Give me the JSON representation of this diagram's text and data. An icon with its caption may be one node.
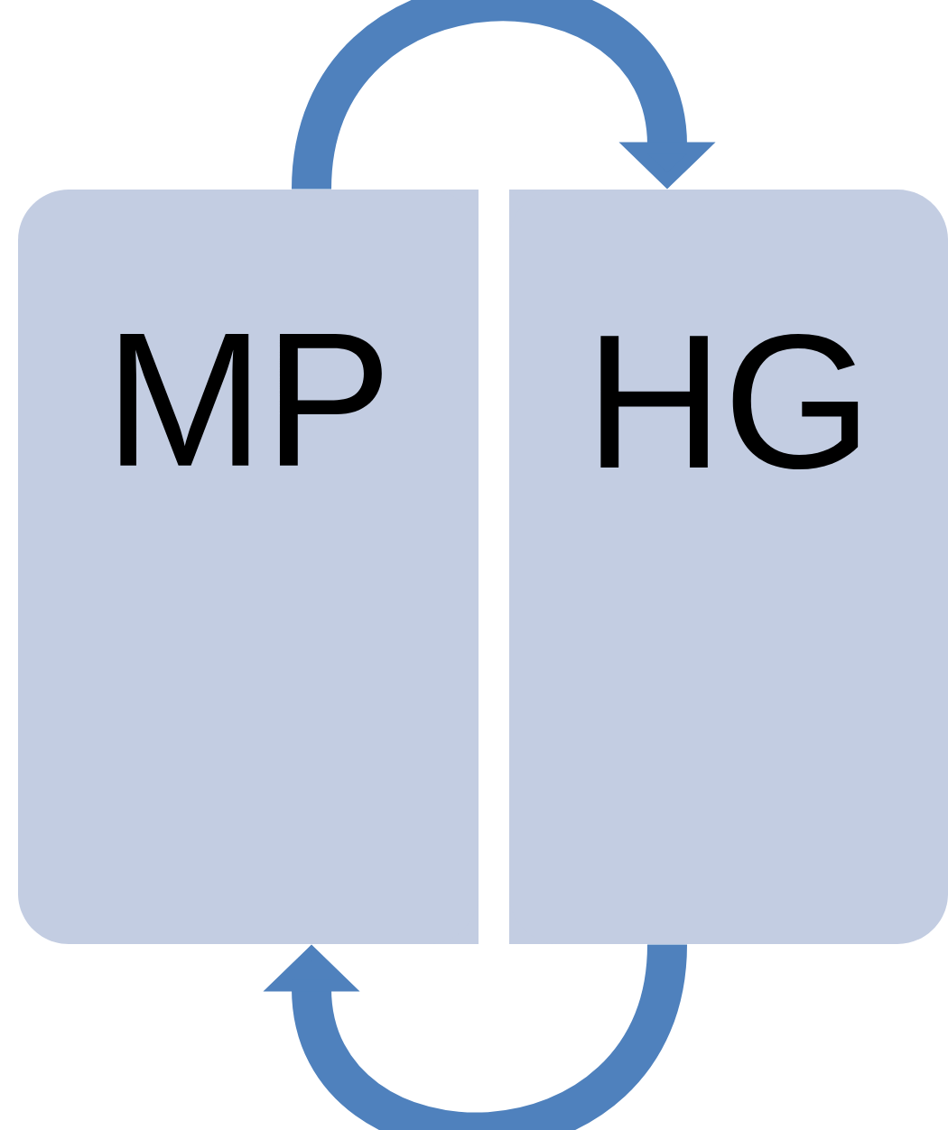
{
  "diagram": {
    "nodes": [
      {
        "text": [
          "MP"
        ]
      },
      {
        "text": [
          "HG"
        ]
      }
    ],
    "edges": [
      {
        "from": 0,
        "to": 1,
        "arrow": "to"
      },
      {
        "from": 1,
        "to": 0,
        "arrow": "to"
      }
    ]
  }
}
